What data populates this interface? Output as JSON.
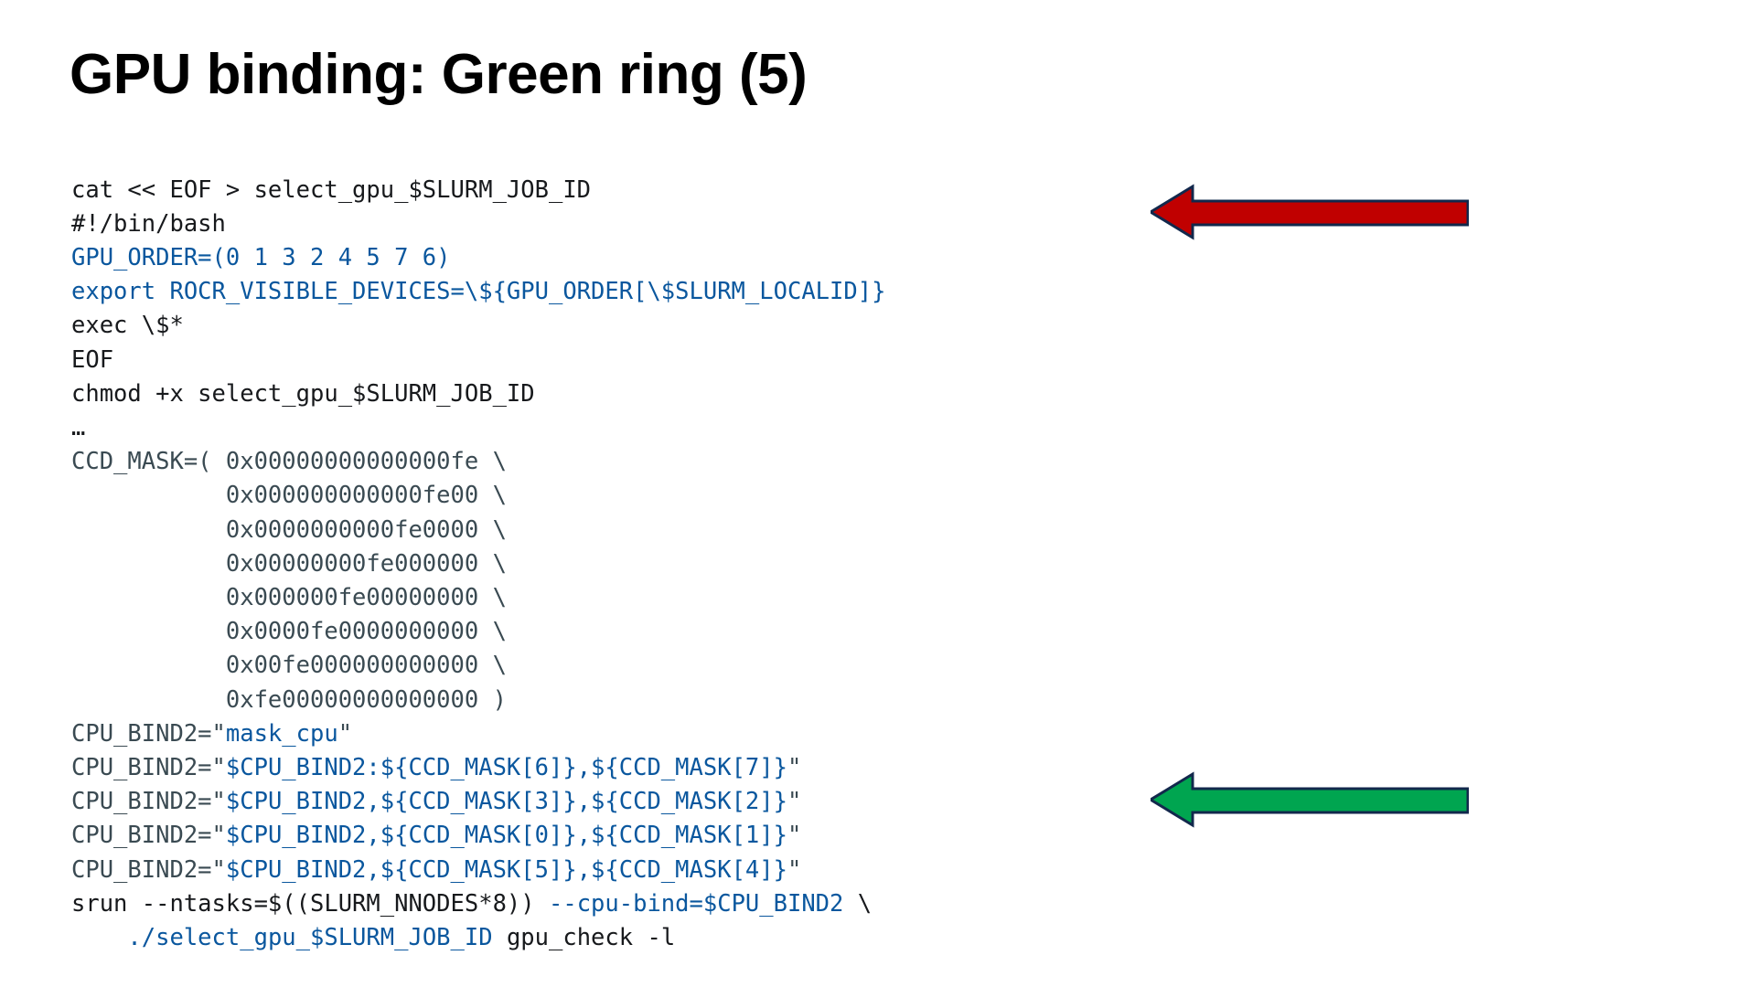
{
  "slide": {
    "title": "GPU binding: Green ring (5)",
    "background": "#ffffff"
  },
  "colors": {
    "text_dark": "#17191c",
    "text_slate": "#3a4a52",
    "keyword_blue": "#0a579e",
    "arrow_red_fill": "#C00000",
    "arrow_green_fill": "#00A550",
    "arrow_outline": "#12284C"
  },
  "code": {
    "language": "bash",
    "lines": [
      {
        "id": "l01",
        "segments": [
          {
            "text": "cat << EOF > select_gpu_$SLURM_JOB_ID",
            "color": "dark"
          }
        ]
      },
      {
        "id": "l02",
        "segments": [
          {
            "text": "#!/bin/bash",
            "color": "dark"
          }
        ]
      },
      {
        "id": "l03",
        "segments": [
          {
            "text": "GPU_ORDER=(0 1 3 2 4 5 7 6)",
            "color": "blue"
          }
        ]
      },
      {
        "id": "l04",
        "segments": [
          {
            "text": "export ROCR_VISIBLE_DEVICES=\\${GPU_ORDER[\\$SLURM_LOCALID]}",
            "color": "blue"
          }
        ]
      },
      {
        "id": "l05",
        "segments": [
          {
            "text": "exec \\$*",
            "color": "dark"
          }
        ]
      },
      {
        "id": "l06",
        "segments": [
          {
            "text": "EOF",
            "color": "dark"
          }
        ]
      },
      {
        "id": "l07",
        "segments": [
          {
            "text": "chmod +x select_gpu_$SLURM_JOB_ID",
            "color": "dark"
          }
        ]
      },
      {
        "id": "l08",
        "segments": [
          {
            "text": "…",
            "color": "dark"
          }
        ]
      },
      {
        "id": "l09",
        "segments": [
          {
            "text": "CCD_MASK=( ",
            "color": "slate"
          },
          {
            "text": "0x00000000000000fe \\",
            "color": "slate"
          }
        ]
      },
      {
        "id": "l10",
        "segments": [
          {
            "text": "           0x000000000000fe00 \\",
            "color": "slate"
          }
        ]
      },
      {
        "id": "l11",
        "segments": [
          {
            "text": "           0x0000000000fe0000 \\",
            "color": "slate"
          }
        ]
      },
      {
        "id": "l12",
        "segments": [
          {
            "text": "           0x00000000fe000000 \\",
            "color": "slate"
          }
        ]
      },
      {
        "id": "l13",
        "segments": [
          {
            "text": "           0x000000fe00000000 \\",
            "color": "slate"
          }
        ]
      },
      {
        "id": "l14",
        "segments": [
          {
            "text": "           0x0000fe0000000000 \\",
            "color": "slate"
          }
        ]
      },
      {
        "id": "l15",
        "segments": [
          {
            "text": "           0x00fe000000000000 \\",
            "color": "slate"
          }
        ]
      },
      {
        "id": "l16",
        "segments": [
          {
            "text": "           0xfe00000000000000 )",
            "color": "slate"
          }
        ]
      },
      {
        "id": "l17",
        "segments": [
          {
            "text": "CPU_BIND2=\"",
            "color": "slate"
          },
          {
            "text": "mask_cpu",
            "color": "blue"
          },
          {
            "text": "\"",
            "color": "slate"
          }
        ]
      },
      {
        "id": "l18",
        "segments": [
          {
            "text": "CPU_BIND2=\"",
            "color": "slate"
          },
          {
            "text": "$CPU_BIND2:${CCD_MASK[6]},${CCD_MASK[7]}",
            "color": "blue"
          },
          {
            "text": "\"",
            "color": "slate"
          }
        ]
      },
      {
        "id": "l19",
        "segments": [
          {
            "text": "CPU_BIND2=\"",
            "color": "slate"
          },
          {
            "text": "$CPU_BIND2,${CCD_MASK[3]},${CCD_MASK[2]}",
            "color": "blue"
          },
          {
            "text": "\"",
            "color": "slate"
          }
        ]
      },
      {
        "id": "l20",
        "segments": [
          {
            "text": "CPU_BIND2=\"",
            "color": "slate"
          },
          {
            "text": "$CPU_BIND2,${CCD_MASK[0]},${CCD_MASK[1]}",
            "color": "blue"
          },
          {
            "text": "\"",
            "color": "slate"
          }
        ]
      },
      {
        "id": "l21",
        "segments": [
          {
            "text": "CPU_BIND2=\"",
            "color": "slate"
          },
          {
            "text": "$CPU_BIND2,${CCD_MASK[5]},${CCD_MASK[4]}",
            "color": "blue"
          },
          {
            "text": "\"",
            "color": "slate"
          }
        ]
      },
      {
        "id": "l22",
        "segments": [
          {
            "text": "srun --ntasks=$((SLURM_NNODES*8)) ",
            "color": "dark"
          },
          {
            "text": "--cpu-bind=$CPU_BIND2",
            "color": "blue"
          },
          {
            "text": " \\",
            "color": "dark"
          }
        ]
      },
      {
        "id": "l23",
        "segments": [
          {
            "text": "    ",
            "color": "dark"
          },
          {
            "text": "./select_gpu_$SLURM_JOB_ID",
            "color": "blue"
          },
          {
            "text": " gpu_check -l",
            "color": "dark"
          }
        ]
      }
    ]
  },
  "annotations": [
    {
      "id": "arrow-red",
      "name": "red-left-arrow",
      "direction": "left",
      "fill": "#C00000",
      "outline": "#12284C",
      "points_at_line": "l03"
    },
    {
      "id": "arrow-green",
      "name": "green-left-arrow",
      "direction": "left",
      "fill": "#00A550",
      "outline": "#12284C",
      "points_at_line": "l20"
    }
  ]
}
